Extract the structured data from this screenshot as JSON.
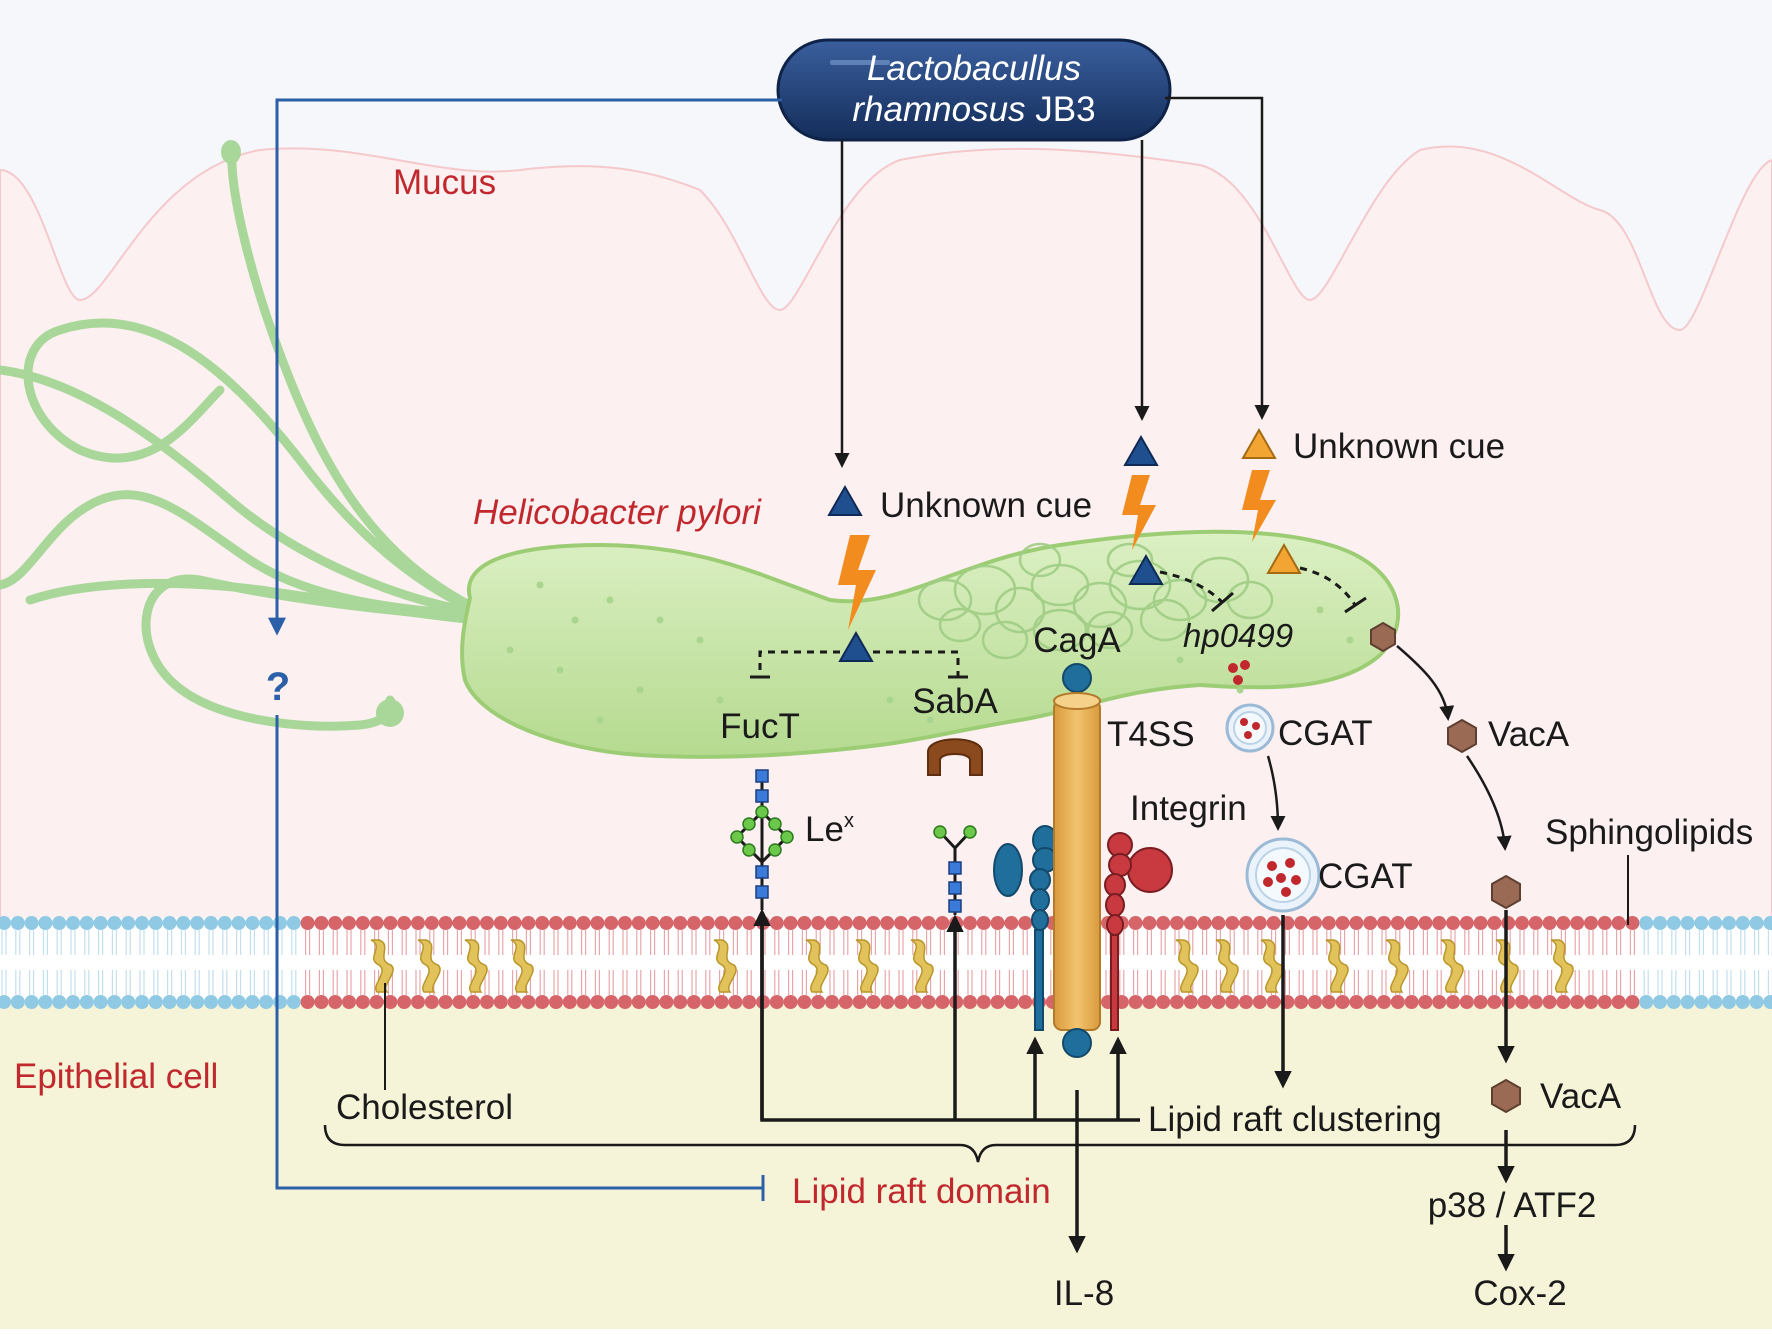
{
  "organism_label": {
    "line1": "Lactobacullus",
    "line2_italic": "rhamnosus",
    "line2_strain": "JB3"
  },
  "regions": {
    "mucus": "Mucus",
    "epithelial_cell": "Epithelial cell",
    "lipid_raft_domain": "Lipid raft domain"
  },
  "pathogen_label": "Helicobacter pylori",
  "unknown_marker": "?",
  "cues": {
    "left": "Unknown cue",
    "right": "Unknown cue"
  },
  "bacterial_genes": {
    "fuct": "FucT",
    "saba": "SabA",
    "caga": "CagA",
    "hp0499": "hp0499",
    "t4ss": "T4SS",
    "cgat_inside": "CGAT",
    "cgat_vesicle": "CGAT",
    "vaca_secreted": "VacA",
    "vaca_cytoplasm": "VacA"
  },
  "host_labels": {
    "lex": "Le",
    "lex_sup": "x",
    "integrin": "Integrin",
    "sphingolipids": "Sphingolipids",
    "cholesterol": "Cholesterol",
    "lipid_raft_clustering": "Lipid raft clustering"
  },
  "downstream": {
    "il8": "IL-8",
    "p38_atf2": "p38 / ATF2",
    "cox2": "Cox-2"
  },
  "colors": {
    "lactobacillus_fill": "#1f3e78",
    "cue_blue": "#1f4f8f",
    "cue_orange": "#f2a533",
    "lightning": "#f28c1e",
    "pathogen_fill": "#c9e6a6",
    "flagella": "#a9d79a",
    "mucus_bg": "#fdf1f2",
    "cell_bg": "#f6f4d9",
    "lipid_head_red": "#d6656a",
    "lipid_head_blue": "#8fc9e3",
    "cholesterol": "#e2c25a",
    "t4ss": "#e8b45a",
    "vaca": "#9a6a55",
    "integrin_blue": "#1f6e9c",
    "integrin_red": "#c83a40",
    "inhibit_line": "#2b5fa8",
    "label_red": "#c0282d"
  }
}
